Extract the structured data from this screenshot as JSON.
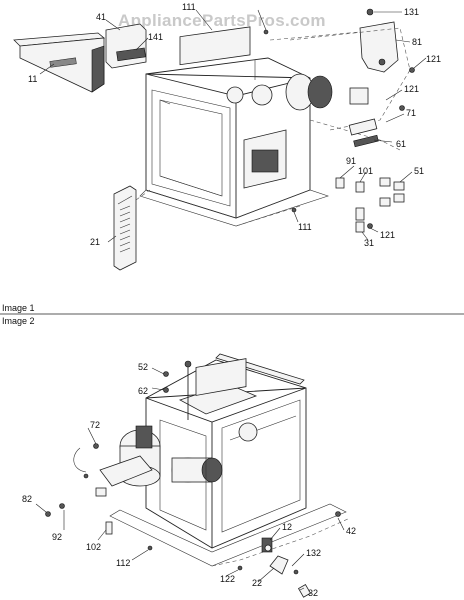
{
  "watermark": "AppliancePartsPros.com",
  "divider_labels": [
    "Image 1",
    "Image 2"
  ],
  "image1": {
    "callouts": [
      {
        "id": "c11",
        "text": "11"
      },
      {
        "id": "c41",
        "text": "41"
      },
      {
        "id": "c141",
        "text": "141"
      },
      {
        "id": "c111a",
        "text": "111"
      },
      {
        "id": "c131",
        "text": "131"
      },
      {
        "id": "c81",
        "text": "81"
      },
      {
        "id": "c121a",
        "text": "121"
      },
      {
        "id": "c121b",
        "text": "121"
      },
      {
        "id": "c71",
        "text": "71"
      },
      {
        "id": "c61",
        "text": "61"
      },
      {
        "id": "c91",
        "text": "91"
      },
      {
        "id": "c101",
        "text": "101"
      },
      {
        "id": "c51",
        "text": "51"
      },
      {
        "id": "c21",
        "text": "21"
      },
      {
        "id": "c111b",
        "text": "111"
      },
      {
        "id": "c31",
        "text": "31"
      },
      {
        "id": "c121c",
        "text": "121"
      }
    ]
  },
  "image2": {
    "callouts": [
      {
        "id": "d52",
        "text": "52"
      },
      {
        "id": "d62",
        "text": "62"
      },
      {
        "id": "d72",
        "text": "72"
      },
      {
        "id": "d82",
        "text": "82"
      },
      {
        "id": "d92",
        "text": "92"
      },
      {
        "id": "d102",
        "text": "102"
      },
      {
        "id": "d112",
        "text": "112"
      },
      {
        "id": "d12",
        "text": "12"
      },
      {
        "id": "d42",
        "text": "42"
      },
      {
        "id": "d132",
        "text": "132"
      },
      {
        "id": "d122",
        "text": "122"
      },
      {
        "id": "d22",
        "text": "22"
      },
      {
        "id": "d32",
        "text": "32"
      }
    ]
  }
}
